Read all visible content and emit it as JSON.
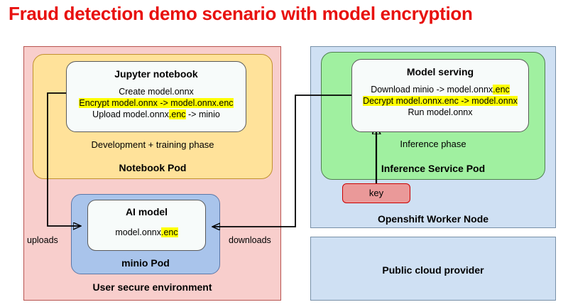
{
  "title": "Fraud detection demo scenario with model encryption",
  "title_color": "#E8110F",
  "colors": {
    "secure_env": "#F8CECC",
    "notebook_pod": "#FFE29A",
    "minio_pod": "#A9C4EB",
    "inference_pod": "#A0F0A0",
    "cloud_blue": "#CFE0F3",
    "key_red": "#EA9999",
    "highlight": "#FFFF00",
    "card": "#F7FBFA"
  },
  "containers": {
    "secure_env": {
      "label": "User secure environment"
    },
    "worker_node": {
      "label": "Openshift Worker Node"
    },
    "cloud": {
      "label": "Public cloud provider"
    },
    "notebook_pod": {
      "label": "Notebook Pod",
      "phase": "Development + training phase"
    },
    "inference_pod": {
      "label": "Inference Service Pod",
      "phase": "Inference phase"
    },
    "minio_pod": {
      "label": "minio Pod"
    }
  },
  "jupyter": {
    "title": "Jupyter notebook",
    "lines": [
      {
        "text": "Create model.onnx",
        "highlight": "none"
      },
      {
        "text": "Encrypt model.onnx -> model.onnx.enc",
        "highlight": "full"
      },
      {
        "pre": "Upload model.onnx",
        "mark": ".enc",
        "post": " -> minio",
        "highlight": "partial"
      }
    ]
  },
  "serving": {
    "title": "Model serving",
    "lines": [
      {
        "pre": "Download minio -> model.onnx",
        "mark": ".enc",
        "post": "",
        "highlight": "partial"
      },
      {
        "text": "Decrypt model.onnx.enc -> model.onnx",
        "highlight": "full"
      },
      {
        "text": "Run model.onnx",
        "highlight": "none"
      }
    ]
  },
  "ai_model": {
    "title": "AI model",
    "file_pre": "model.onnx",
    "file_mark": ".enc"
  },
  "key": {
    "label": "key"
  },
  "edges": {
    "uploads": "uploads",
    "downloads": "downloads"
  }
}
